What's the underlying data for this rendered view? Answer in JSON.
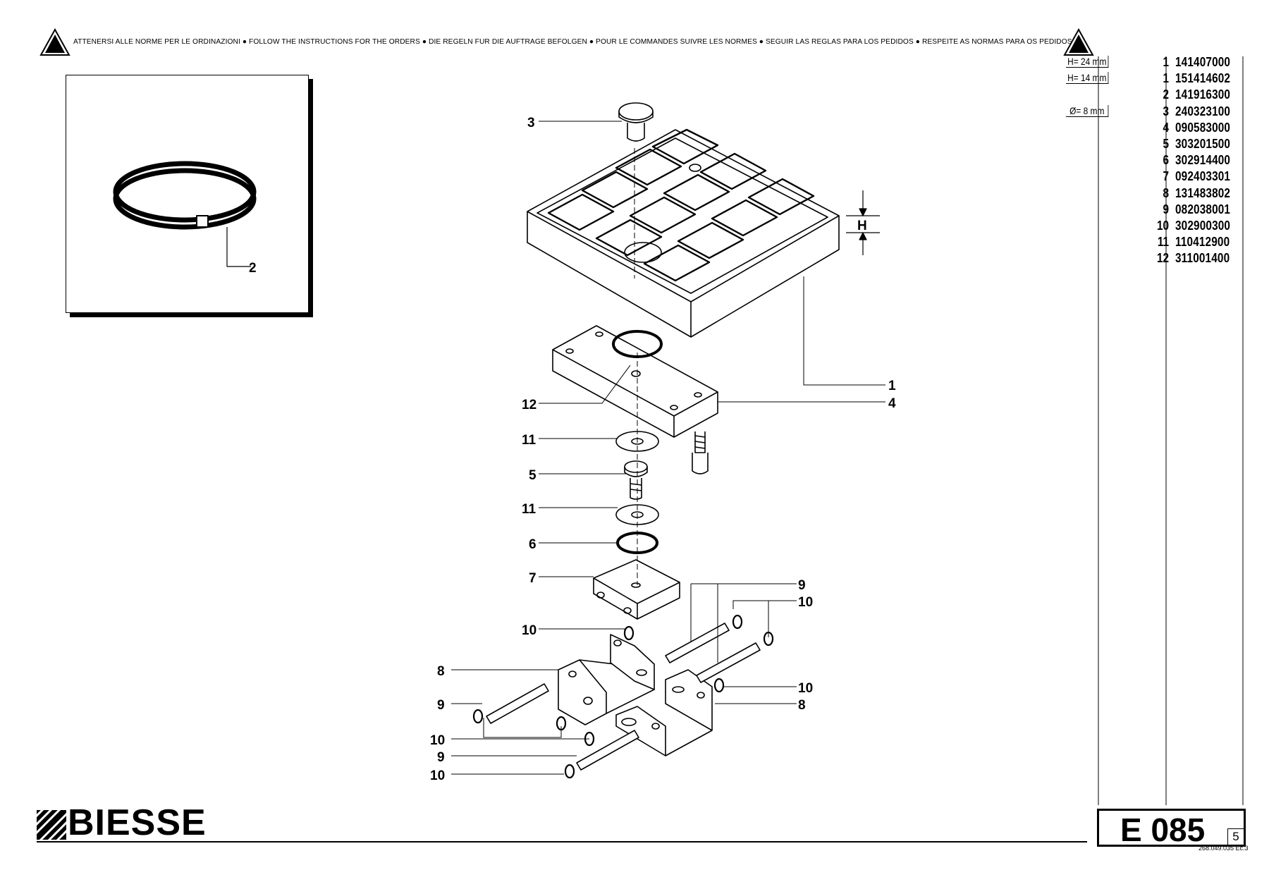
{
  "banner": {
    "text": "ATTENERSI ALLE NORME PER LE ORDINAZIONI  ●  FOLLOW THE INSTRUCTIONS FOR THE ORDERS  ●  DIE REGELN FUR DIE AUFTRAGE BEFOLGEN  ●  POUR LE COMMANDES SUIVRE LES NORMES  ●  SEGUIR LAS REGLAS PARA LOS PEDIDOS  ●  RESPEITE AS NORMAS PARA OS PEDIDOS"
  },
  "parts_list": [
    {
      "spec": "H= 24 mm",
      "pos": "1",
      "code": "141407000"
    },
    {
      "spec": "H= 14 mm",
      "pos": "1",
      "code": "151414602"
    },
    {
      "spec": "",
      "pos": "2",
      "code": "141916300"
    },
    {
      "spec": "Ø= 8 mm",
      "pos": "3",
      "code": "240323100"
    },
    {
      "spec": "",
      "pos": "4",
      "code": "090583000"
    },
    {
      "spec": "",
      "pos": "5",
      "code": "303201500"
    },
    {
      "spec": "",
      "pos": "6",
      "code": "302914400"
    },
    {
      "spec": "",
      "pos": "7",
      "code": "092403301"
    },
    {
      "spec": "",
      "pos": "8",
      "code": "131483802"
    },
    {
      "spec": "",
      "pos": "9",
      "code": "082038001"
    },
    {
      "spec": "",
      "pos": "10",
      "code": "302900300"
    },
    {
      "spec": "",
      "pos": "11",
      "code": "110412900"
    },
    {
      "spec": "",
      "pos": "12",
      "code": "311001400"
    }
  ],
  "callouts": {
    "c3": "3",
    "c2": "2",
    "cH": "H",
    "c1": "1",
    "c4": "4",
    "c12": "12",
    "c11a": "11",
    "c5": "5",
    "c11b": "11",
    "c6": "6",
    "c7": "7",
    "c9a": "9",
    "c10a": "10",
    "c10b": "10",
    "c8a": "8",
    "c10c": "10",
    "c8b": "8",
    "c9b": "9",
    "c10d": "10",
    "c9c": "9",
    "c10e": "10"
  },
  "footer": {
    "brand": "BIESSE",
    "sheet_code": "E 085",
    "page": "5",
    "reference": "268.049.035 Ec.3"
  }
}
